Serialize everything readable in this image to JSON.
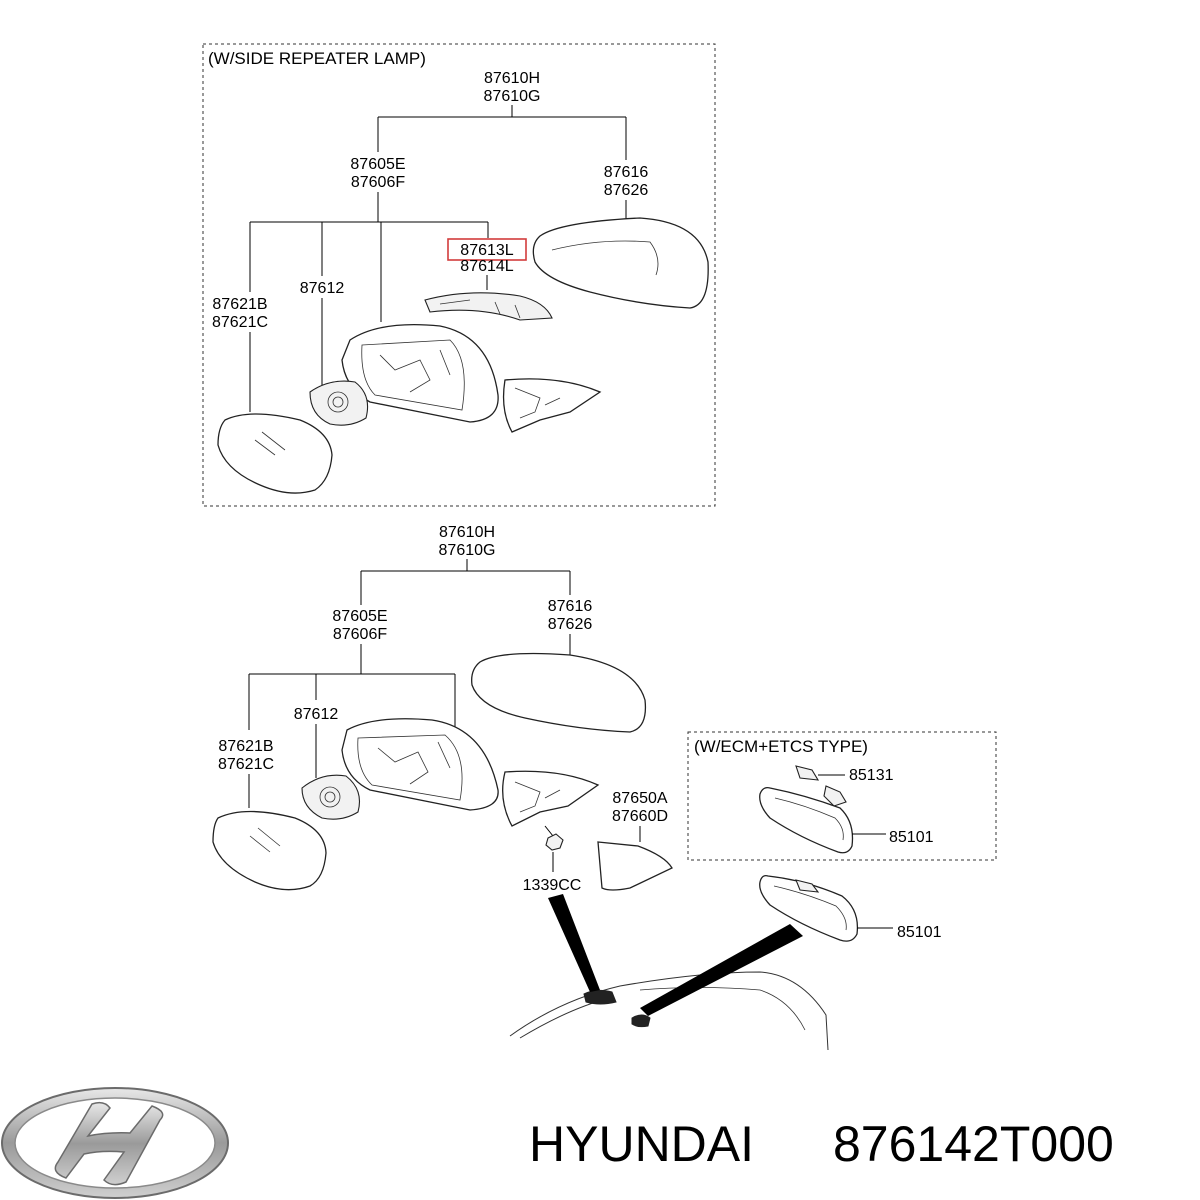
{
  "upper_group": {
    "caption": "(W/SIDE REPEATER LAMP)",
    "assembly": [
      "87610H",
      "87610G"
    ],
    "mirror_housing": [
      "87605E",
      "87606F"
    ],
    "cover": [
      "87616",
      "87626"
    ],
    "repeater_lamp": [
      "87613L",
      "87614L"
    ],
    "actuator": "87612",
    "mirror_glass": [
      "87621B",
      "87621C"
    ]
  },
  "lower_group": {
    "assembly": [
      "87610H",
      "87610G"
    ],
    "mirror_housing": [
      "87605E",
      "87606F"
    ],
    "cover": [
      "87616",
      "87626"
    ],
    "actuator": "87612",
    "mirror_glass": [
      "87621B",
      "87621C"
    ],
    "garnish": [
      "87650A",
      "87660D"
    ],
    "nut": "1339CC"
  },
  "ecm_group": {
    "caption": "(W/ECM+ETCS TYPE)",
    "sensor": "85131",
    "inside_mirror": "85101"
  },
  "inside_mirror_std": "85101",
  "footer": {
    "brand": "HYUNDAI",
    "part_number": "876142T000",
    "logo": "hyundai-logo-icon"
  },
  "highlight_color": "#d23c3c"
}
